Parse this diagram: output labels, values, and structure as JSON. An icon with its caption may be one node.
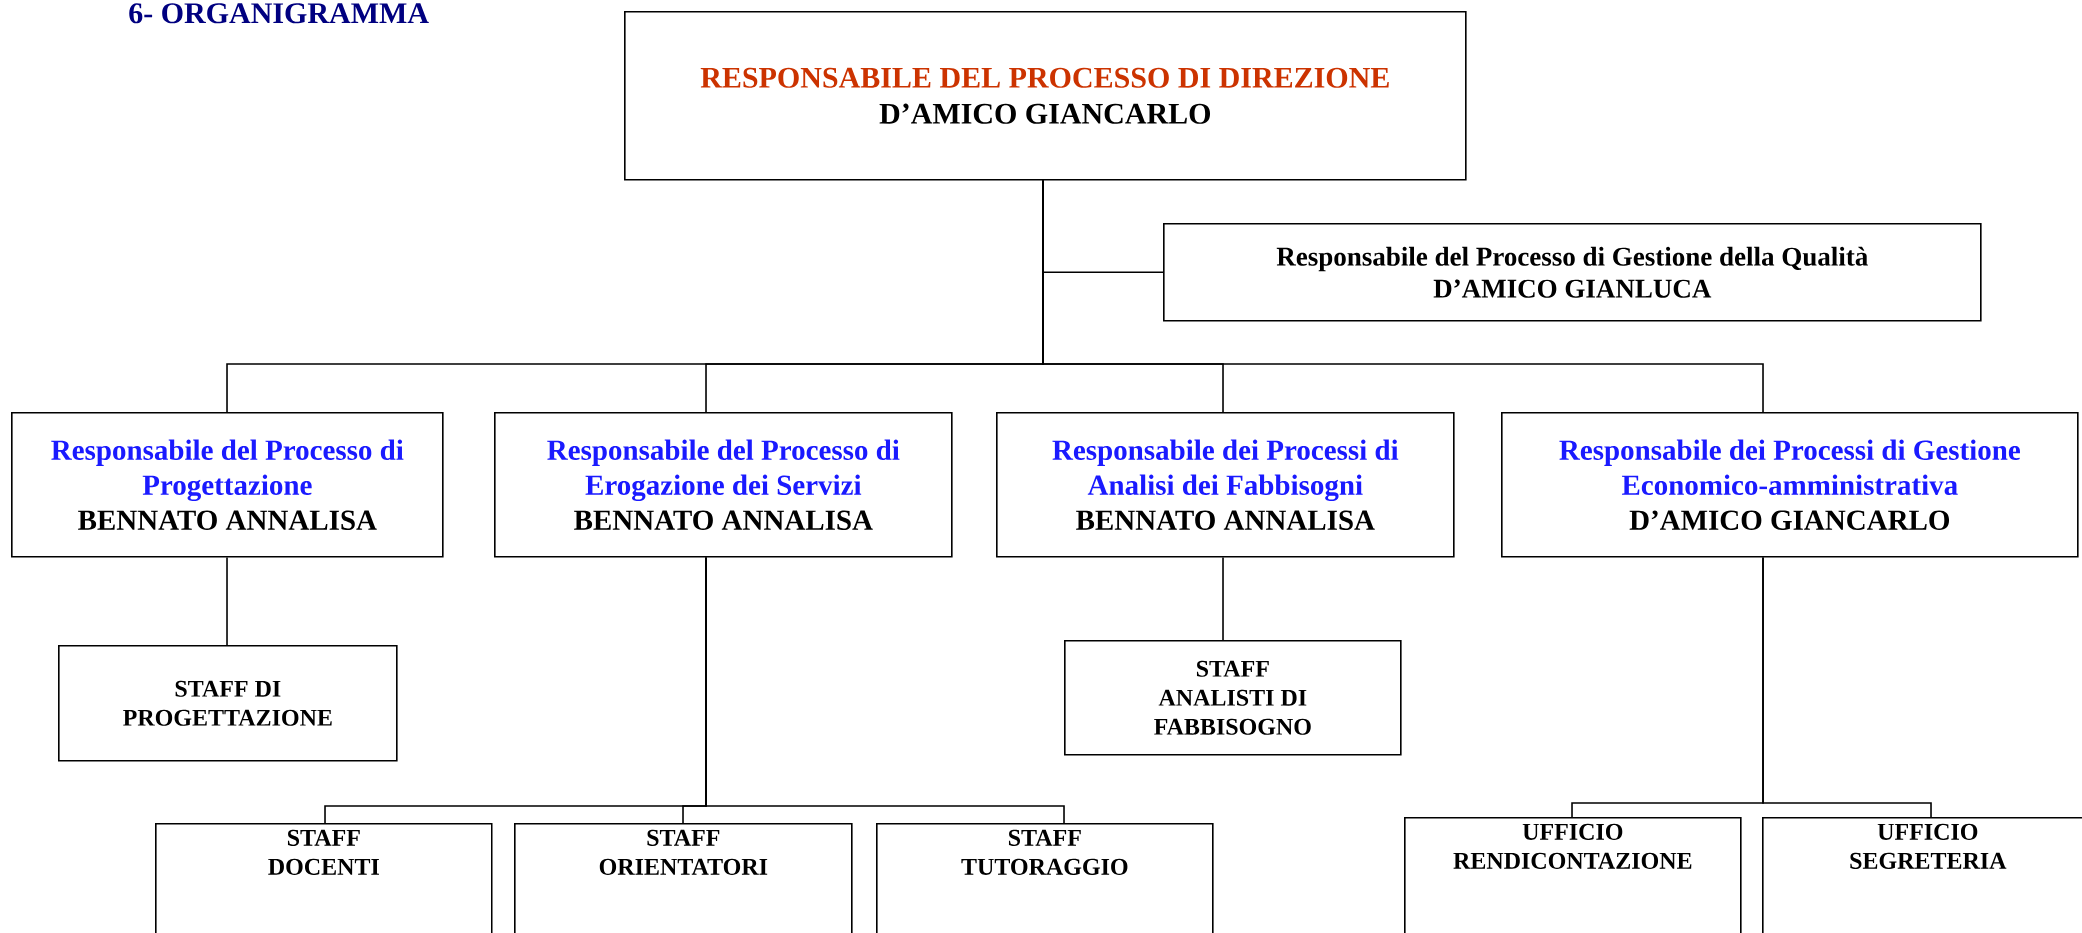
{
  "diagram": {
    "title": "6- ORGANIGRAMMA",
    "nodes": [
      {
        "text": [
          "RESPONSABILE DEL PROCESSO DI DIREZIONE",
          "D’AMICO GIANCARLO"
        ]
      },
      {
        "text": [
          "Responsabile del Processo di Gestione della Qualità",
          "D’AMICO GIANLUCA"
        ]
      },
      {
        "text": [
          "Responsabile del Processo di Progettazione",
          "BENNATO ANNALISA"
        ]
      },
      {
        "text": [
          "Responsabile del Processo di Erogazione dei Servizi",
          "BENNATO ANNALISA"
        ]
      },
      {
        "text": [
          "Responsabile dei Processi di Analisi dei Fabbisogni",
          "BENNATO ANNALISA"
        ]
      },
      {
        "text": [
          "Responsabile dei Processi di Gestione Economico-amministrativa",
          "D’AMICO GIANCARLO"
        ]
      },
      {
        "text": [
          "STAFF DI PROGETTAZIONE"
        ]
      },
      {
        "text": [
          "STAFF ANALISTI DI FABBISOGNO"
        ]
      },
      {
        "text": [
          "STAFF DOCENTI"
        ]
      },
      {
        "text": [
          "STAFF ORIENTATORI"
        ]
      },
      {
        "text": [
          "STAFF TUTORAGGIO"
        ]
      },
      {
        "text": [
          "UFFICIO RENDICONTAZIONE"
        ]
      },
      {
        "text": [
          "UFFICIO SEGRETERIA"
        ]
      }
    ],
    "edges": [
      {
        "from": 0,
        "to": 1,
        "arrow": "none"
      },
      {
        "from": 0,
        "to": 2,
        "arrow": "none"
      },
      {
        "from": 0,
        "to": 3,
        "arrow": "none"
      },
      {
        "from": 0,
        "to": 4,
        "arrow": "none"
      },
      {
        "from": 0,
        "to": 5,
        "arrow": "none"
      },
      {
        "from": 2,
        "to": 6,
        "arrow": "none"
      },
      {
        "from": 3,
        "to": 8,
        "arrow": "none"
      },
      {
        "from": 3,
        "to": 9,
        "arrow": "none"
      },
      {
        "from": 3,
        "to": 10,
        "arrow": "none"
      },
      {
        "from": 4,
        "to": 7,
        "arrow": "none"
      },
      {
        "from": 5,
        "to": 11,
        "arrow": "none"
      },
      {
        "from": 5,
        "to": 12,
        "arrow": "none"
      }
    ]
  }
}
